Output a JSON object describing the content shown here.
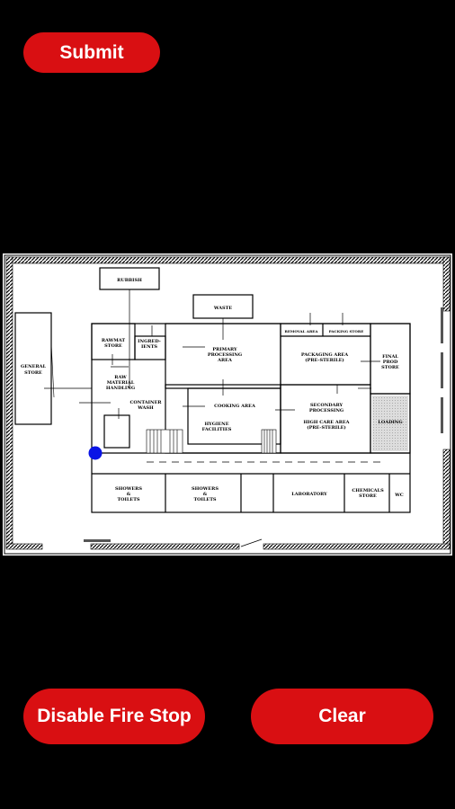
{
  "buttons": {
    "submit": "Submit",
    "disable_fire_stop": "Disable Fire Stop",
    "clear": "Clear"
  },
  "floorplan": {
    "rooms": {
      "rubbish": "RUBBISH",
      "waste": "WASTE",
      "general_store_1": "GENERAL",
      "general_store_2": "STORE",
      "rawmat_store_1": "RAWMAT",
      "rawmat_store_2": "STORE",
      "ingredients_1": "INGRED-",
      "ingredients_2": "IENTS",
      "primary_1": "PRIMARY",
      "primary_2": "PROCESSING",
      "primary_3": "AREA",
      "removal_area": "REMOVAL AREA",
      "packing_store": "PACKING STORE",
      "packaging_1": "PACKAGING AREA",
      "packaging_2": "(PRE-STERILE)",
      "final_1": "FINAL",
      "final_2": "PROD",
      "final_3": "STORE",
      "raw_1": "RAW",
      "raw_2": "MATERIAL",
      "raw_3": "HANDLING",
      "container_1": "CONTAINER",
      "container_2": "WASH",
      "cooking": "COOKING AREA",
      "secondary_1": "SECONDARY",
      "secondary_2": "PROCESSING",
      "highcare_1": "HIGH CARE AREA",
      "highcare_2": "(PRE-STERILE)",
      "loading": "LOADING",
      "hygiene_1": "HYGIENE",
      "hygiene_2": "FACILITIES",
      "showers1_1": "SHOWERS",
      "showers1_2": "&",
      "showers1_3": "TOILETS",
      "showers2_1": "SHOWERS",
      "showers2_2": "&",
      "showers2_3": "TOILETS",
      "laboratory": "LABORATORY",
      "chemicals_1": "CHEMICALS",
      "chemicals_2": "STORE",
      "wc": "WC"
    },
    "marker_color": "#0a14e6"
  },
  "colors": {
    "button_bg": "#d90f12",
    "button_text": "#ffffff",
    "background": "#000000"
  }
}
